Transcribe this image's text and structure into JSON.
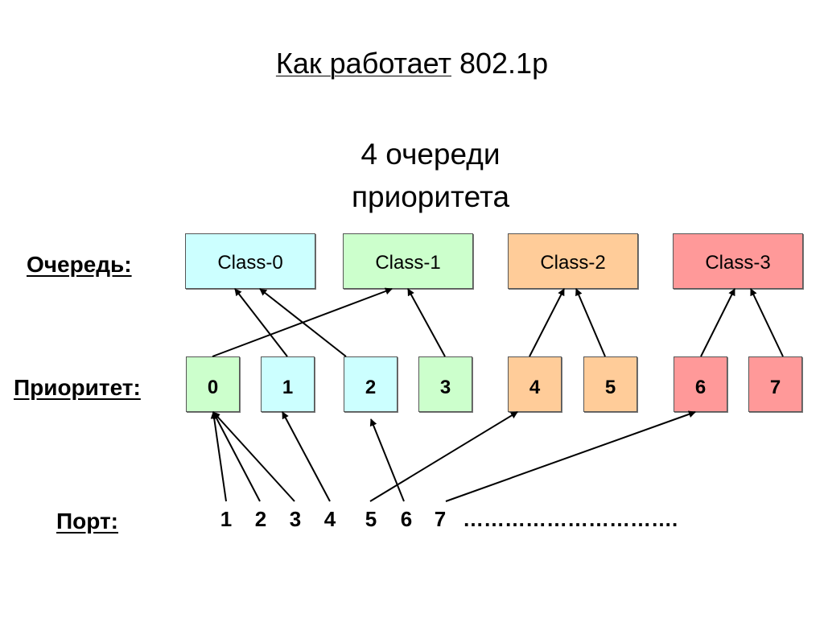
{
  "title": {
    "underlined": "Как работает",
    "rest": "802.1p"
  },
  "subtitle": {
    "line1": "4 очереди",
    "line2": "приоритета"
  },
  "labels": {
    "queue": "Очередь:",
    "priority": "Приоритет:",
    "port": "Порт:"
  },
  "queues": [
    "Class-0",
    "Class-1",
    "Class-2",
    "Class-3"
  ],
  "priorities": [
    "0",
    "1",
    "2",
    "3",
    "4",
    "5",
    "6",
    "7"
  ],
  "ports": [
    "1",
    "2",
    "3",
    "4",
    "5",
    "6",
    "7"
  ],
  "ports_ellipsis": "………………………….",
  "priority_to_queue": [
    1,
    0,
    0,
    1,
    2,
    2,
    3,
    3
  ],
  "port_to_priority": [
    0,
    0,
    0,
    1,
    4,
    2,
    6
  ],
  "colors": {
    "class0": "#ccffff",
    "class1": "#ccffcc",
    "class2": "#ffcc99",
    "class3": "#ff9999"
  }
}
